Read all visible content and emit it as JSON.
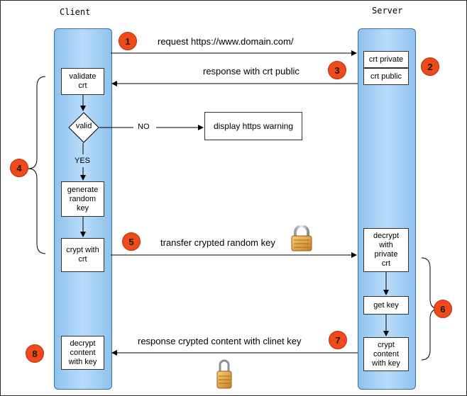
{
  "titles": {
    "client": "Client",
    "server": "Server"
  },
  "client_steps": {
    "validate": "validate\ncrt",
    "valid": "valid",
    "generate": "generate\nrandom\nkey",
    "crypt": "crypt with\ncrt",
    "decrypt": "decrypt\ncontent\nwith key"
  },
  "server_steps": {
    "crt_private": "crt private",
    "crt_public": "crt public",
    "decrypt": "decrypt\nwith\nprivate\ncrt",
    "get_key": "get key",
    "crypt": "crypt\ncontent\nwith key"
  },
  "warning_box": "display https warning",
  "branch_labels": {
    "no": "NO",
    "yes": "YES"
  },
  "messages": {
    "request": "request https://www.domain.com/",
    "response_crt": "response with crt public",
    "transfer_key": "transfer crypted random key",
    "response_content": "response crypted content with clinet key"
  },
  "step_numbers": [
    "1",
    "2",
    "3",
    "4",
    "5",
    "6",
    "7",
    "8"
  ],
  "icons": [
    "lock-icon"
  ],
  "colors": {
    "lane_fill": "#a8d2f7",
    "lane_border": "#3a6ea5",
    "step_badge": "#ee4a1a",
    "lock_gold": "#e2a23a"
  }
}
